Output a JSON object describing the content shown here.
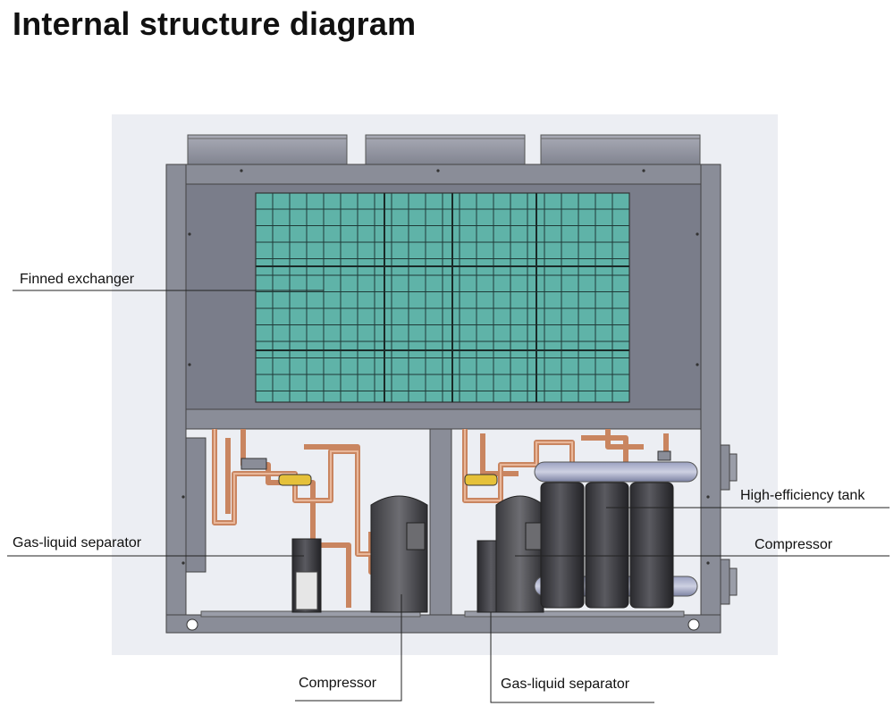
{
  "title": "Internal structure diagram",
  "labels": {
    "finned_exchanger": "Finned exchanger",
    "gas_liquid_separator_left": "Gas-liquid separator",
    "high_efficiency_tank": "High-efficiency tank",
    "compressor_right": "Compressor",
    "compressor_bottom": "Compressor",
    "gas_liquid_separator_bottom": "Gas-liquid separator"
  },
  "colors": {
    "coil": "#5fb3a8",
    "casing": "#8a8d98",
    "panel": "#767986",
    "pipe": "#c98560",
    "tank": "#3b3b40"
  }
}
